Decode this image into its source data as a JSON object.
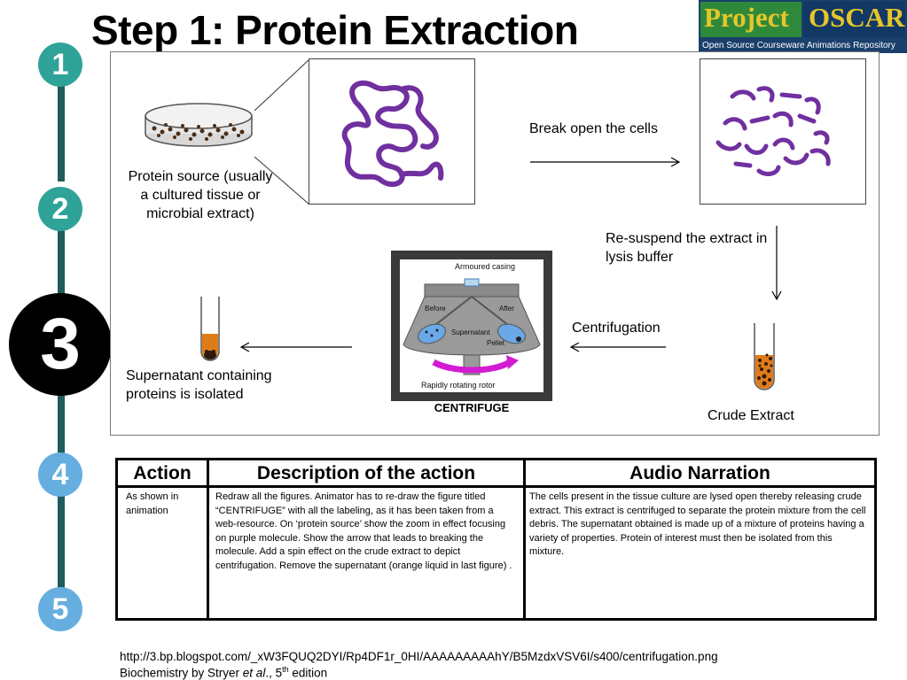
{
  "title": "Step 1: Protein Extraction",
  "logo": {
    "word1": "Project",
    "word2": "OSCAR",
    "tagline": "Open Source Courseware Animations Repository"
  },
  "steps": [
    "1",
    "2",
    "3",
    "4",
    "5"
  ],
  "diagram": {
    "protein_source_label": "Protein source (usually a cultured tissue or microbial extract)",
    "break_label": "Break open the cells",
    "resuspend_label": "Re-suspend the extract in lysis buffer",
    "centrifugation_label": "Centrifugation",
    "crude_extract_label": "Crude Extract",
    "supernatant_label": "Supernatant containing proteins is isolated",
    "centrifuge_caption": "CENTRIFUGE",
    "centrifuge_inner": {
      "casing": "Armoured casing",
      "before": "Before",
      "after": "After",
      "supernatant": "Supernatant",
      "pellet": "Pellet",
      "rotor": "Rapidly rotating rotor"
    },
    "colors": {
      "molecule": "#7030a0",
      "extract": "#e07b1a",
      "debris": "#2b1a10",
      "arrow_spin": "#d21bd2"
    }
  },
  "table": {
    "headers": [
      "Action",
      "Description of the action",
      "Audio Narration"
    ],
    "row": {
      "action": "As shown in animation",
      "description": "Redraw all the figures. Animator has to re-draw the figure titled “CENTRIFUGE”  with all the labeling, as it has been taken from a web-resource. On ‘protein source’ show the zoom in effect focusing on purple molecule. Show the arrow that  leads to breaking the molecule.  Add a spin effect on the crude extract to depict centrifugation. Remove the supernatant (orange liquid in last figure) .",
      "narration": "The cells present in the tissue culture are lysed open thereby releasing crude extract. This extract is centrifuged to separate  the protein mixture from  the cell debris. The supernatant obtained is made up of a mixture of proteins having a variety of properties. Protein of interest must then be isolated from this mixture."
    }
  },
  "references": {
    "url": "http://3.bp.blogspot.com/_xW3FQUQ2DYI/Rp4DF1r_0HI/AAAAAAAAAhY/B5MzdxVSV6I/s400/centrifugation.png",
    "book_prefix": "Biochemistry by Stryer ",
    "book_italic": "et al",
    "book_mid": "., 5",
    "book_sup": "th",
    "book_suffix": " edition"
  }
}
